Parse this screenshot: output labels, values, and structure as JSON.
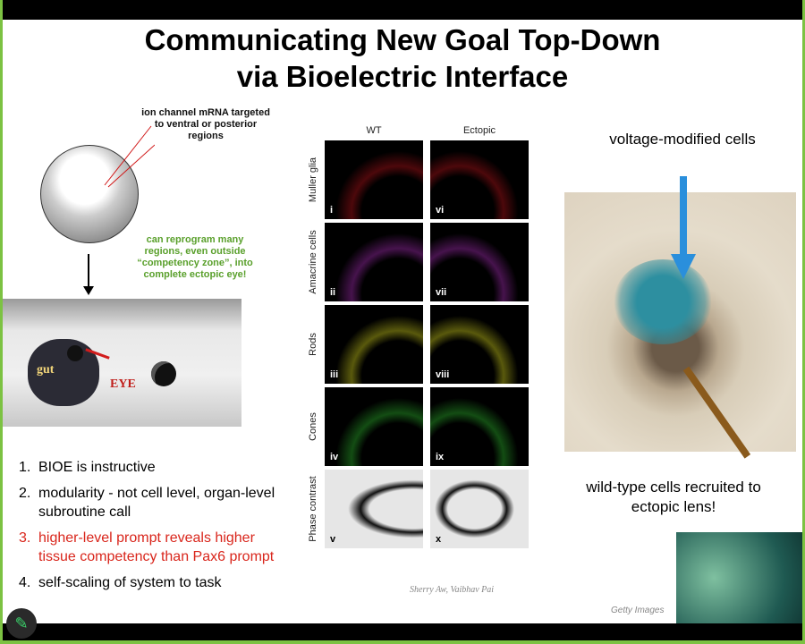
{
  "slide": {
    "title_line1": "Communicating New Goal Top-Down",
    "title_line2": "via Bioelectric Interface",
    "ion_note": "ion channel mRNA targeted to ventral or posterior regions",
    "reprogram_note": "can reprogram many regions, even outside “competency zone”, into complete ectopic eye!",
    "gut_label": "gut",
    "eye_label": "EYE",
    "bullets": [
      {
        "num": "1.",
        "text": "BIOE is instructive",
        "color": "#000000"
      },
      {
        "num": "2.",
        "text": "modularity - not cell level, organ-level subroutine call",
        "color": "#000000"
      },
      {
        "num": "3.",
        "text": "higher-level prompt reveals higher tissue competency than Pax6 prompt",
        "color": "#d9261c"
      },
      {
        "num": "4.",
        "text": "self-scaling of system to task",
        "color": "#000000"
      }
    ],
    "figure": {
      "columns": [
        "WT",
        "Ectopic"
      ],
      "rows": [
        "Muller glia",
        "Amacrine cells",
        "Rods",
        "Cones",
        "Phase contrast"
      ],
      "panel_labels": [
        [
          "i",
          "vi"
        ],
        [
          "ii",
          "vii"
        ],
        [
          "iii",
          "viii"
        ],
        [
          "iv",
          "ix"
        ],
        [
          "v",
          "x"
        ]
      ],
      "credit": "Sherry Aw, Vaibhav Pai"
    },
    "voltage_label": "voltage-modified cells",
    "wildtype_label": "wild-type cells recruited to ectopic lens!",
    "getty_credit": "Getty Images"
  },
  "colors": {
    "accent_border": "#7cc242",
    "muller": "#c0141c",
    "amacrine": "#b030c0",
    "rods": "#e0e020",
    "cones": "#30c030"
  }
}
